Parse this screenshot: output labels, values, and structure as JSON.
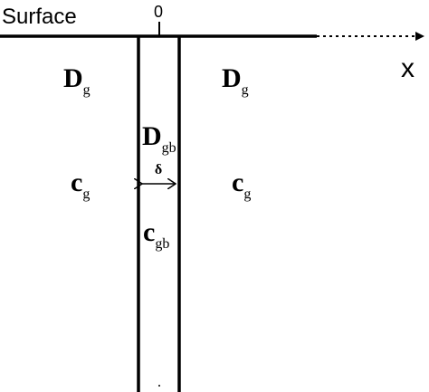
{
  "labels": {
    "surface": "Surface",
    "origin": "0",
    "axis": "x",
    "grain_left": {
      "main": "D",
      "sub": "g"
    },
    "grain_right": {
      "main": "D",
      "sub": "g"
    },
    "boundary": {
      "main": "D",
      "sub": "gb"
    },
    "conc_left": {
      "main": "c",
      "sub": "g"
    },
    "conc_right": {
      "main": "c",
      "sub": "g"
    },
    "conc_boundary": {
      "main": "c",
      "sub": "gb"
    },
    "width_symbol": "δ"
  },
  "colors": {
    "ink": "#000000",
    "background": "#ffffff"
  }
}
